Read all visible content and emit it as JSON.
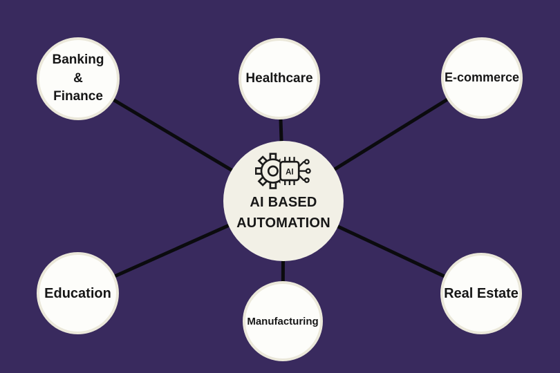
{
  "diagram_title": "AI BASED AUTOMATION",
  "colors": {
    "background": "#392a5e",
    "connector_line": "#0b0b0e",
    "center_fill": "#f2f0e6",
    "node_fill": "#fdfdfa",
    "node_ring": "#ebe8da",
    "text": "#161616"
  },
  "center": {
    "label": "AI BASED AUTOMATION",
    "icon": "ai-chip-gear-icon",
    "chip_label": "AI"
  },
  "nodes": [
    {
      "id": "banking-finance",
      "label": "Banking & Finance"
    },
    {
      "id": "healthcare",
      "label": "Healthcare"
    },
    {
      "id": "e-commerce",
      "label": "E-commerce"
    },
    {
      "id": "education",
      "label": "Education"
    },
    {
      "id": "manufacturing",
      "label": "Manufacturing"
    },
    {
      "id": "real-estate",
      "label": "Real Estate"
    }
  ]
}
